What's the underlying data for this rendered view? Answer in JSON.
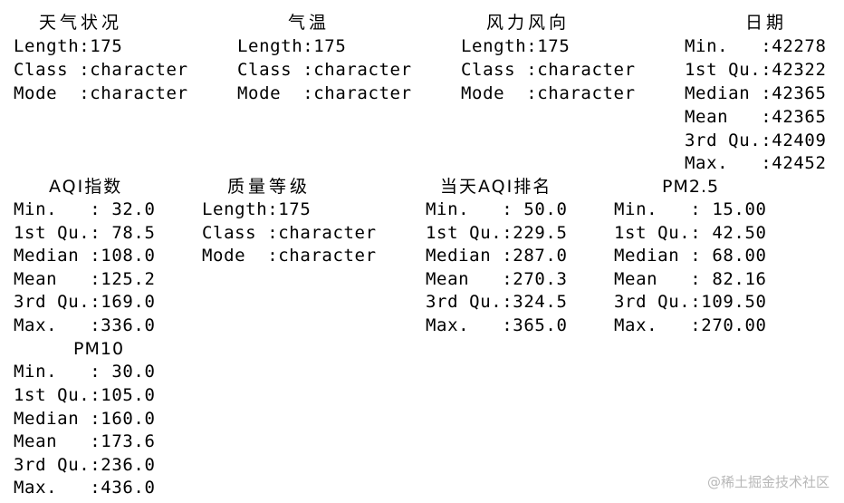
{
  "block1": {
    "col1": {
      "header": "天气状况",
      "lines": [
        "Length:175",
        "Class :character",
        "Mode  :character"
      ]
    },
    "col2": {
      "header": "气温",
      "lines": [
        "Length:175",
        "Class :character",
        "Mode  :character"
      ]
    },
    "col3": {
      "header": "风力风向",
      "lines": [
        "Length:175",
        "Class :character",
        "Mode  :character"
      ]
    },
    "col4": {
      "header": "日期",
      "lines": [
        "Min.   :42278",
        "1st Qu.:42322",
        "Median :42365",
        "Mean   :42365",
        "3rd Qu.:42409",
        "Max.   :42452"
      ]
    }
  },
  "block2": {
    "col1": {
      "header": "AQI指数",
      "lines": [
        "Min.   : 32.0",
        "1st Qu.: 78.5",
        "Median :108.0",
        "Mean   :125.2",
        "3rd Qu.:169.0",
        "Max.   :336.0"
      ]
    },
    "col2": {
      "header": "质量等级",
      "lines": [
        "Length:175",
        "Class :character",
        "Mode  :character"
      ]
    },
    "col3": {
      "header": "当天AQI排名",
      "lines": [
        "Min.   : 50.0",
        "1st Qu.:229.5",
        "Median :287.0",
        "Mean   :270.3",
        "3rd Qu.:324.5",
        "Max.   :365.0"
      ]
    },
    "col4": {
      "header": "PM2.5",
      "lines": [
        "Min.   : 15.00",
        "1st Qu.: 42.50",
        "Median : 68.00",
        "Mean   : 82.16",
        "3rd Qu.:109.50",
        "Max.   :270.00"
      ]
    }
  },
  "block3": {
    "col1": {
      "header": "PM10",
      "lines": [
        "Min.   : 30.0",
        "1st Qu.:105.0",
        "Median :160.0",
        "Mean   :173.6",
        "3rd Qu.:236.0",
        "Max.   :436.0"
      ]
    }
  },
  "watermark": "@稀土掘金技术社区"
}
